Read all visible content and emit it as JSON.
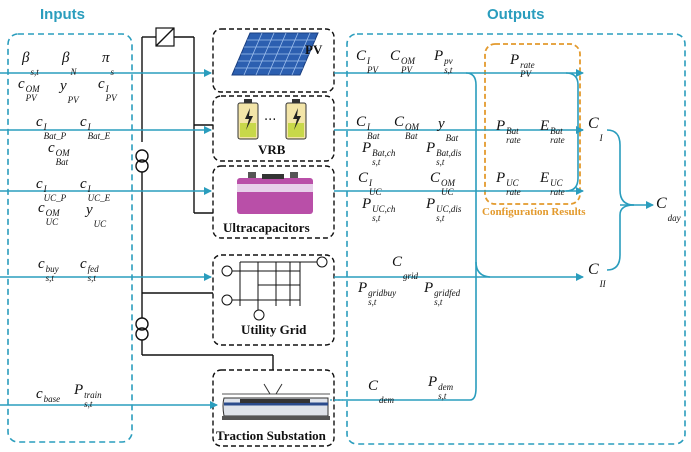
{
  "inputs_title": "Inputs",
  "outputs_title": "Outputs",
  "components": {
    "pv": "PV",
    "vrb": "VRB",
    "ultracapacitors": "Ultracapacitors",
    "utility_grid": "Utility Grid",
    "traction_substation": "Traction Substation"
  },
  "configuration_results": "Configuration Results",
  "colors": {
    "accent": "#2a9dbd",
    "config": "#e39a2d",
    "line": "#111111"
  },
  "inputs": {
    "row1": [
      "β_{s,t}",
      "β_N",
      "π_s"
    ],
    "row2": [
      "c^{OM}_{PV}",
      "y_{PV}",
      "c^{I}_{PV}"
    ],
    "row3": [
      "c^{I}_{Bat_P}",
      "c^{I}_{Bat_E}"
    ],
    "row4": [
      "c^{OM}_{Bat}"
    ],
    "row5": [
      "c^{I}_{UC_P}",
      "c^{I}_{UC_E}"
    ],
    "row6": [
      "c^{OM}_{UC}",
      "y_{UC}"
    ],
    "row7": [
      "c^{buy}_{s,t}",
      "c^{fed}_{s,t}"
    ],
    "row8": [
      "c^{base}",
      "P^{train}_{s,t}"
    ]
  },
  "outputs": {
    "pv": [
      "C^{I}_{PV}",
      "C^{OM}_{PV}",
      "P^{pv}_{s,t}"
    ],
    "bat1": [
      "C^{I}_{Bat}",
      "C^{OM}_{Bat}",
      "y_{Bat}"
    ],
    "bat2": [
      "P^{Bat,ch}_{s,t}",
      "P^{Bat,dis}_{s,t}"
    ],
    "uc1": [
      "C^{I}_{UC}",
      "C^{OM}_{UC}"
    ],
    "uc2": [
      "P^{UC,ch}_{s,t}",
      "P^{UC,dis}_{s,t}"
    ],
    "grid1": [
      "C_{grid}"
    ],
    "grid2": [
      "P^{gridbuy}_{s,t}",
      "P^{gridfed}_{s,t}"
    ],
    "dem": [
      "C_{dem}",
      "P^{dem}_{s,t}"
    ]
  },
  "config": [
    "P^{rate}_{PV}",
    "P^{Bat}_{rate}",
    "E^{Bat}_{rate}",
    "P^{UC}_{rate}",
    "E^{UC}_{rate}"
  ],
  "results": {
    "ci": "C_I",
    "cii": "C_II",
    "cday": "C_{day}"
  }
}
